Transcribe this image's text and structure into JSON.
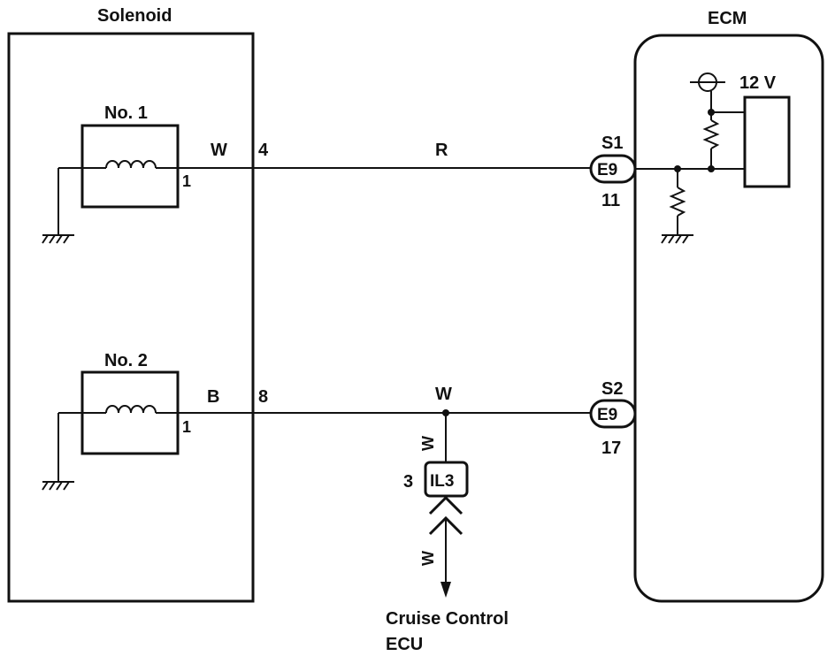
{
  "solenoid": {
    "title": "Solenoid",
    "coil1": {
      "label": "No. 1",
      "pin": "1",
      "wire_color": "W",
      "terminal": "4"
    },
    "coil2": {
      "label": "No. 2",
      "pin": "1",
      "wire_color": "B",
      "terminal": "8"
    }
  },
  "wires": {
    "top_wire_color": "R",
    "bottom_wire_color": "W",
    "branch_upper_color": "W",
    "branch_lower_color": "W"
  },
  "ecm": {
    "title": "ECM",
    "supply_voltage": "12 V",
    "connector_s1": {
      "signal": "S1",
      "connector": "E9",
      "pin": "11"
    },
    "connector_s2": {
      "signal": "S2",
      "connector": "E9",
      "pin": "17"
    }
  },
  "junction": {
    "pin": "3",
    "connector": "IL3"
  },
  "cruise_ecu": {
    "line1": "Cruise Control",
    "line2": "ECU"
  }
}
